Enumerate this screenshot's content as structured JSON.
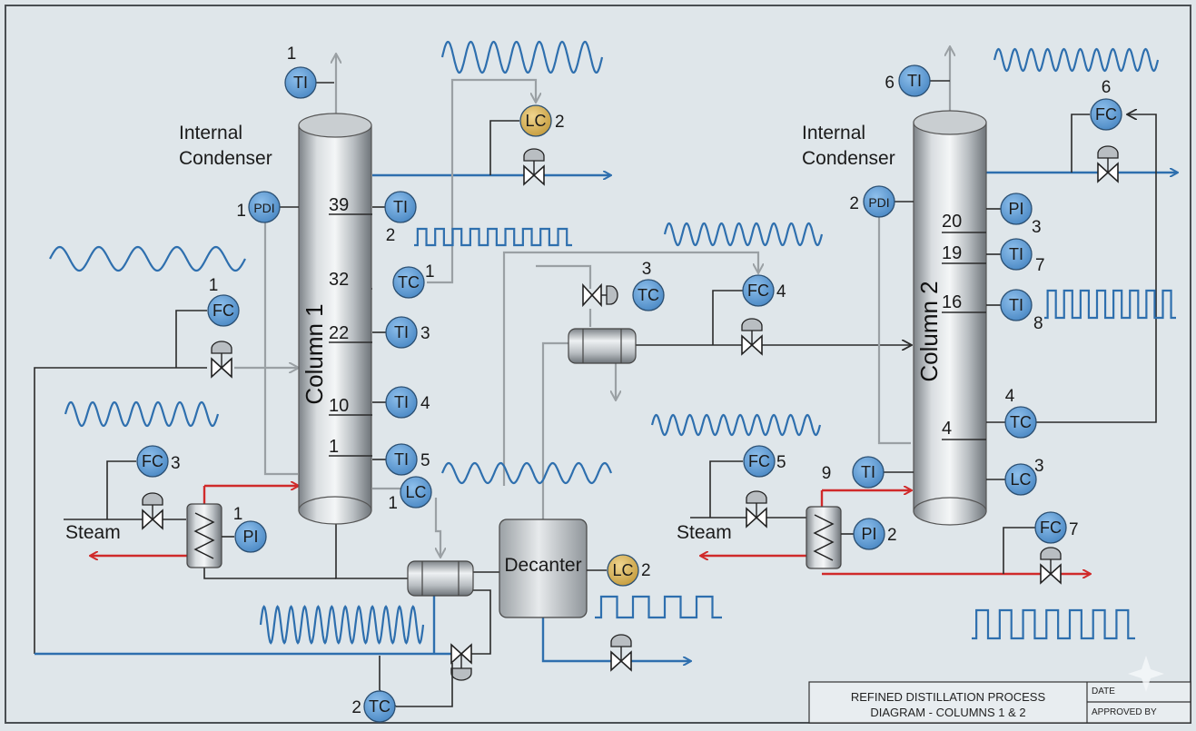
{
  "columns": [
    {
      "id": "c1",
      "label": "Column 1",
      "condenser_label": [
        "Internal",
        "Condenser"
      ],
      "trays": [
        "39",
        "32",
        "22",
        "10",
        "1"
      ]
    },
    {
      "id": "c2",
      "label": "Column 2",
      "condenser_label": [
        "Internal",
        "Condenser"
      ],
      "trays": [
        "20",
        "19",
        "16",
        "4"
      ]
    }
  ],
  "instruments": [
    {
      "id": "c1-ti-top",
      "type": "TI",
      "tag": "1",
      "color": "#5b9bd5"
    },
    {
      "id": "c1-pdi",
      "type": "PDI",
      "tag": "1",
      "color": "#5b9bd5"
    },
    {
      "id": "c1-lc-reflux",
      "type": "LC",
      "tag": "2",
      "color": "#d9b75a"
    },
    {
      "id": "c1-ti-39",
      "type": "TI",
      "tag": "2",
      "color": "#5b9bd5"
    },
    {
      "id": "c1-tc-32",
      "type": "TC",
      "tag": "1",
      "color": "#5b9bd5"
    },
    {
      "id": "c1-ti-22",
      "type": "TI",
      "tag": "3",
      "color": "#5b9bd5"
    },
    {
      "id": "c1-ti-10",
      "type": "TI",
      "tag": "4",
      "color": "#5b9bd5"
    },
    {
      "id": "c1-ti-1",
      "type": "TI",
      "tag": "5",
      "color": "#5b9bd5"
    },
    {
      "id": "c1-lc-bottom",
      "type": "LC",
      "tag": "1",
      "color": "#5b9bd5"
    },
    {
      "id": "c1-fc-feed",
      "type": "FC",
      "tag": "1",
      "color": "#5b9bd5"
    },
    {
      "id": "c1-fc-steam",
      "type": "FC",
      "tag": "3",
      "color": "#5b9bd5"
    },
    {
      "id": "c1-pi-reboiler",
      "type": "PI",
      "tag": "1",
      "color": "#5b9bd5"
    },
    {
      "id": "tc-2",
      "type": "TC",
      "tag": "2",
      "color": "#5b9bd5"
    },
    {
      "id": "mid-tc-3",
      "type": "TC",
      "tag": "3",
      "color": "#5b9bd5"
    },
    {
      "id": "mid-fc-4",
      "type": "FC",
      "tag": "4",
      "color": "#5b9bd5"
    },
    {
      "id": "decanter-lc-2",
      "type": "LC",
      "tag": "2",
      "color": "#d9b75a"
    },
    {
      "id": "c2-ti-top",
      "type": "TI",
      "tag": "6",
      "color": "#5b9bd5"
    },
    {
      "id": "c2-pdi",
      "type": "PDI",
      "tag": "2",
      "color": "#5b9bd5"
    },
    {
      "id": "c2-fc-reflux",
      "type": "FC",
      "tag": "6",
      "color": "#5b9bd5"
    },
    {
      "id": "c2-pi-20",
      "type": "PI",
      "tag": "3",
      "color": "#5b9bd5"
    },
    {
      "id": "c2-ti-19",
      "type": "TI",
      "tag": "7",
      "color": "#5b9bd5"
    },
    {
      "id": "c2-ti-16",
      "type": "TI",
      "tag": "8",
      "color": "#5b9bd5"
    },
    {
      "id": "c2-tc-4",
      "type": "TC",
      "tag": "4",
      "color": "#5b9bd5"
    },
    {
      "id": "c2-lc-bottom",
      "type": "LC",
      "tag": "3",
      "color": "#5b9bd5"
    },
    {
      "id": "c2-ti-bottom",
      "type": "TI",
      "tag": "9",
      "color": "#5b9bd5"
    },
    {
      "id": "c2-fc-steam",
      "type": "FC",
      "tag": "5",
      "color": "#5b9bd5"
    },
    {
      "id": "c2-pi-reboiler",
      "type": "PI",
      "tag": "2",
      "color": "#5b9bd5"
    },
    {
      "id": "c2-fc-bottoms",
      "type": "FC",
      "tag": "7",
      "color": "#5b9bd5"
    }
  ],
  "labels": {
    "steam_left": "Steam",
    "steam_right": "Steam",
    "decanter": "Decanter"
  },
  "title_block": {
    "title_line1": "REFINED DISTILLATION PROCESS",
    "title_line2": "DIAGRAM - COLUMNS 1 & 2",
    "date_label": "DATE",
    "approved_label": "APPROVED BY"
  },
  "colors": {
    "background": "#dfe6ea",
    "instrument_blue": "#5b9bd5",
    "instrument_gold": "#d9b75a",
    "process_blue": "#2e6fae",
    "steam_red": "#d02a2a",
    "signal_gray": "#9aa0a4"
  }
}
